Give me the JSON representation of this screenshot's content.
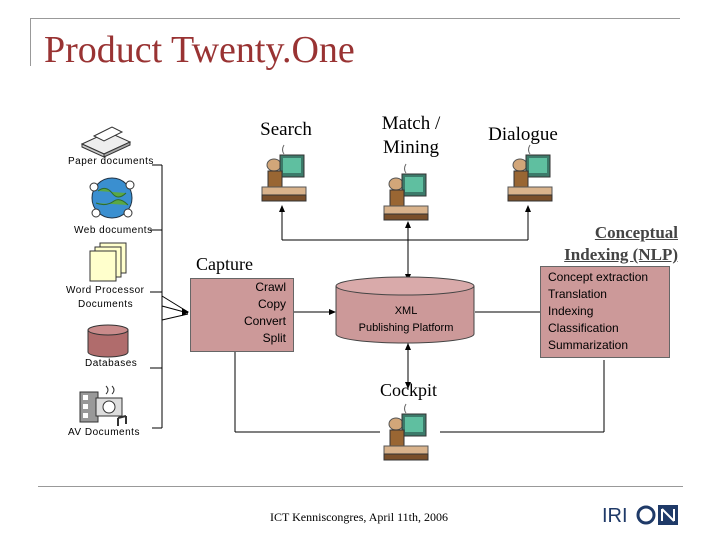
{
  "slide": {
    "title": "Product Twenty.One",
    "footer": "ICT Kenniscongres, April 11th, 2006",
    "logo_text": "IRION"
  },
  "top_modules": {
    "search": "Search",
    "match_mining_line1": "Match /",
    "match_mining_line2": "Mining",
    "dialogue": "Dialogue"
  },
  "sources": [
    "Paper documents",
    "Web documents",
    "Word Processor",
    "Documents",
    "Databases",
    "AV Documents"
  ],
  "capture": {
    "label": "Capture",
    "steps": [
      "Crawl",
      "Copy",
      "Convert",
      "Split"
    ]
  },
  "xml_platform": {
    "line1": "XML",
    "line2": "Publishing Platform"
  },
  "conceptual_indexing": {
    "line1": "Conceptual",
    "line2": "Indexing (NLP)",
    "items": [
      "Concept extraction",
      "Translation",
      "Indexing",
      "Classification",
      "Summarization"
    ]
  },
  "cockpit": {
    "label": "Cockpit"
  },
  "colors": {
    "title": "#993333",
    "capture_box": "#cc9999",
    "logo_blue": "#1f3a68"
  }
}
